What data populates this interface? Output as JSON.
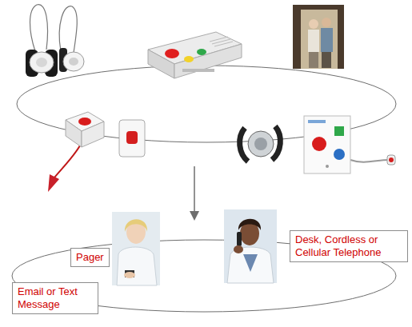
{
  "diagram": {
    "nodes": [
      {
        "text": [
          "Pager"
        ]
      },
      {
        "text": [
          "Desk, Cordless or Cellular Telephone"
        ]
      },
      {
        "text": [
          "Email or Text Message"
        ]
      }
    ]
  }
}
